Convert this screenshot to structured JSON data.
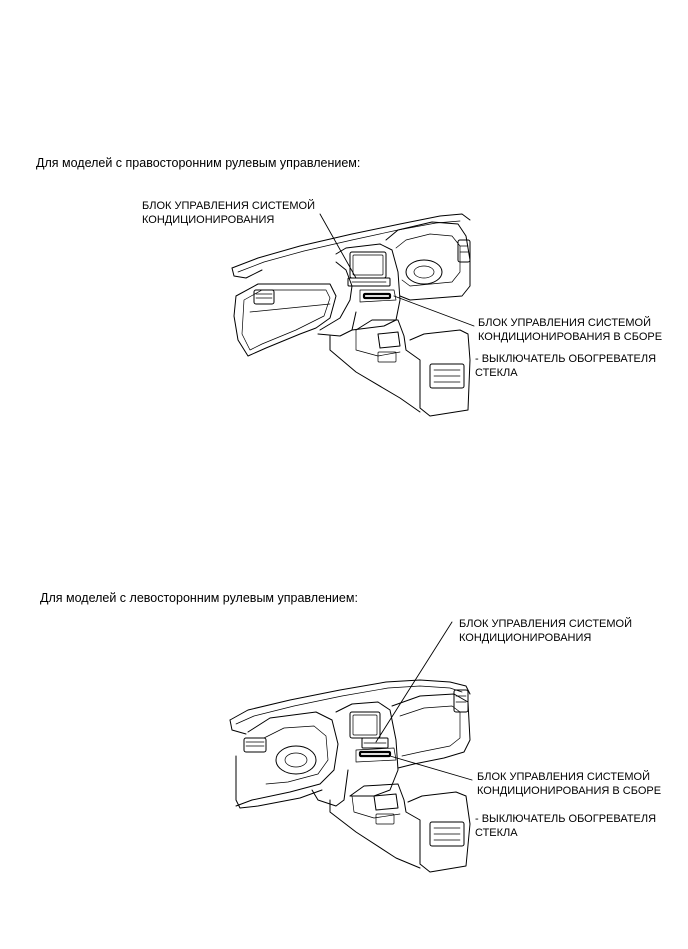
{
  "rhd": {
    "heading": "Для моделей с правосторонним рулевым управлением:",
    "label_control_unit_1": "БЛОК УПРАВЛЕНИЯ СИСТЕМОЙ",
    "label_control_unit_2": "КОНДИЦИОНИРОВАНИЯ",
    "label_assembly_1": "БЛОК УПРАВЛЕНИЯ СИСТЕМОЙ",
    "label_assembly_2": "КОНДИЦИОНИРОВАНИЯ В СБОРЕ",
    "label_switch_1": "- ВЫКЛЮЧАТЕЛЬ ОБОГРЕВАТЕЛЯ",
    "label_switch_2": "СТЕКЛА"
  },
  "lhd": {
    "heading": "Для моделей с левосторонним рулевым управлением:",
    "label_control_unit_1": "БЛОК УПРАВЛЕНИЯ СИСТЕМОЙ",
    "label_control_unit_2": "КОНДИЦИОНИРОВАНИЯ",
    "label_assembly_1": "БЛОК УПРАВЛЕНИЯ СИСТЕМОЙ",
    "label_assembly_2": "КОНДИЦИОНИРОВАНИЯ В СБОРЕ",
    "label_switch_1": "- ВЫКЛЮЧАТЕЛЬ ОБОГРЕВАТЕЛЯ",
    "label_switch_2": "СТЕКЛА"
  }
}
